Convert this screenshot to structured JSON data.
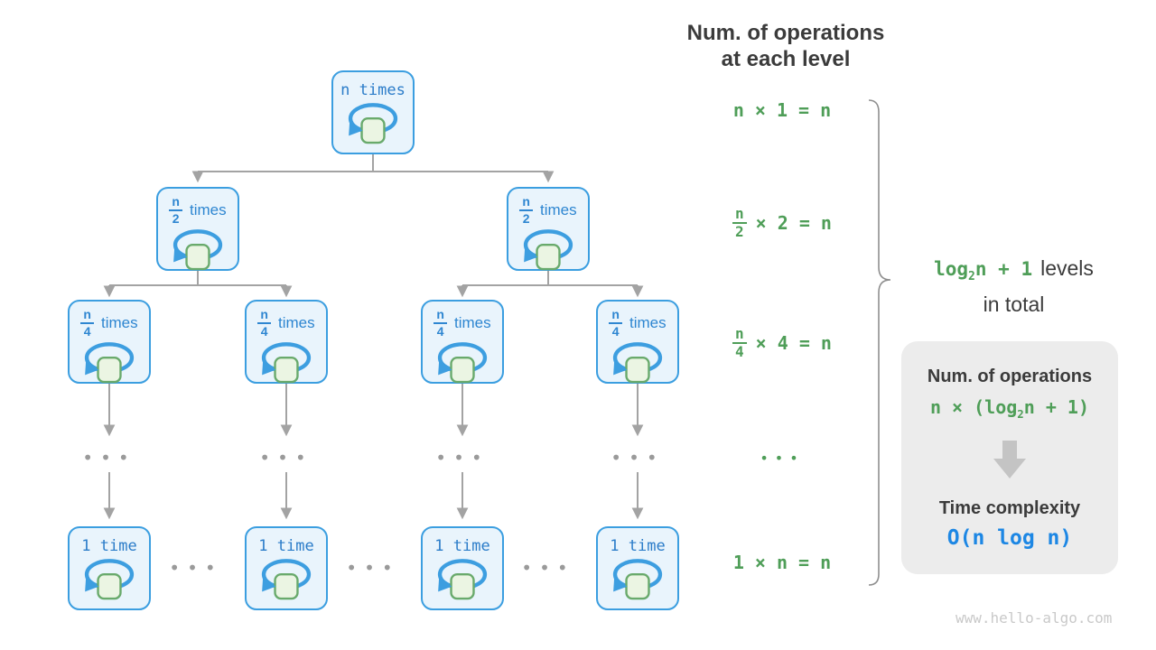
{
  "palette": {
    "node_border": "#3b9ee0",
    "node_fill": "#e9f4fc",
    "node_text": "#2b7cc9",
    "loop_arrow": "#3d9ee0",
    "square_border": "#69aa6c",
    "square_fill": "#ebf5e3",
    "connector_gray": "#a3a3a3",
    "formula_green": "#4f9e58",
    "heading_dark": "#3b3b3b",
    "result_blue": "#1d87e4",
    "summary_bg": "#ececec",
    "watermark_gray": "#c9c9c9"
  },
  "tree": {
    "root_label": "n times",
    "half_num": "n",
    "half_den": "2",
    "half_suffix": "times",
    "quarter_num": "n",
    "quarter_den": "4",
    "quarter_suffix": "times",
    "leaf_label": "1 time",
    "ellipsis": "•••"
  },
  "operations": {
    "heading_line1": "Num. of operations",
    "heading_line2": "at each level",
    "row1": {
      "text": "n × 1 = n"
    },
    "row2": {
      "num": "n",
      "den": "2",
      "rest": "× 2 = n"
    },
    "row3": {
      "num": "n",
      "den": "4",
      "rest": "× 4 = n"
    },
    "row4": {
      "dots": "•••"
    },
    "row5": {
      "text": "1 × n = n"
    }
  },
  "brace_label": {
    "green_pre": "log",
    "green_sub": "2",
    "green_post": "n + 1",
    "dark_line1": "levels",
    "dark_line2": "in total"
  },
  "summary": {
    "title_operations": "Num. of operations",
    "ops_pre": "n × (log",
    "ops_sub": "2",
    "ops_post": "n + 1)",
    "title_complexity": "Time complexity",
    "complexity_value": "O(n log n)"
  },
  "watermark": "www.hello-algo.com"
}
